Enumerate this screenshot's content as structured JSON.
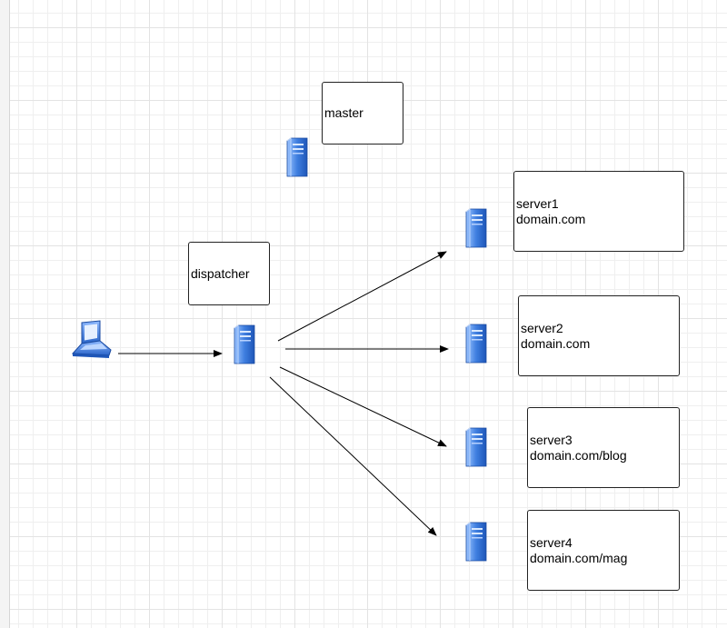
{
  "nodes": {
    "master": {
      "label": "master"
    },
    "dispatcher": {
      "label": "dispatcher"
    },
    "server1": {
      "name": "server1",
      "domain": "domain.com"
    },
    "server2": {
      "name": "server2",
      "domain": "domain.com"
    },
    "server3": {
      "name": "server3",
      "domain": "domain.com/blog"
    },
    "server4": {
      "name": "server4",
      "domain": "domain.com/mag"
    }
  },
  "icons": {
    "client": "laptop-icon",
    "server": "server-tower-icon"
  },
  "colors": {
    "icon_blue": "#3f7fe0",
    "icon_dark": "#1e56b8",
    "line": "#000000",
    "grid": "#e3e3e3"
  }
}
